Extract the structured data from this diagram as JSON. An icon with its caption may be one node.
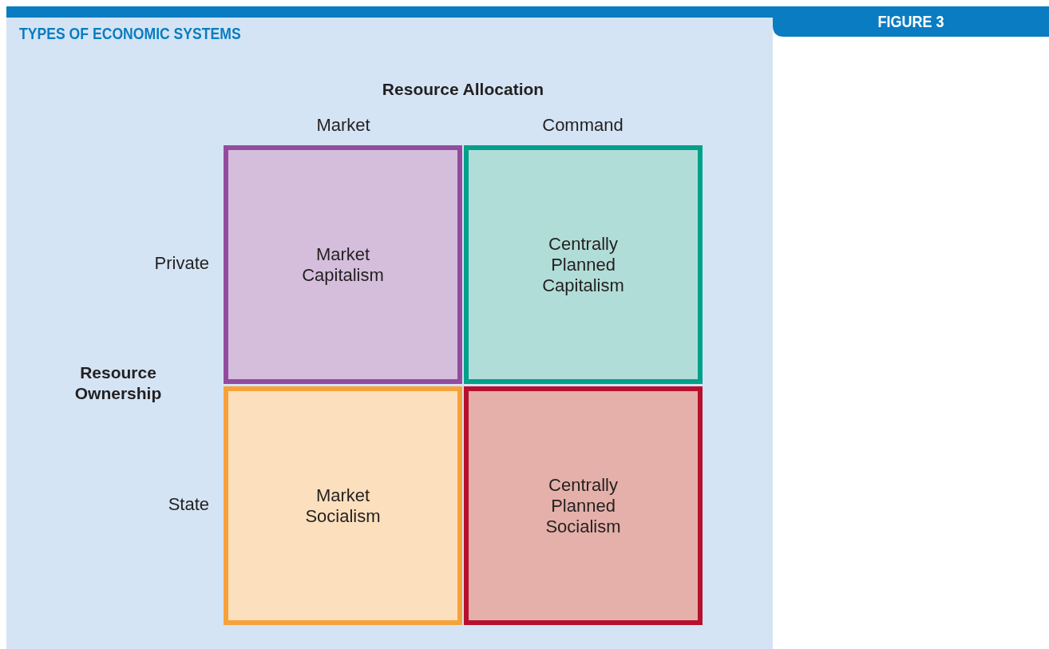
{
  "diagram": {
    "title": "TYPES OF ECONOMIC SYSTEMS",
    "nodes": [
      {
        "text": [
          "Market Capitalism"
        ]
      },
      {
        "text": [
          "Centrally Planned Capitalism"
        ]
      },
      {
        "text": [
          "Market Socialism"
        ]
      },
      {
        "text": [
          "Centrally Planned Socialism"
        ]
      }
    ],
    "labels": [
      "FIGURE 3",
      "Resource Allocation",
      "Market",
      "Command",
      "Private",
      "Resource Ownership",
      "State"
    ]
  }
}
